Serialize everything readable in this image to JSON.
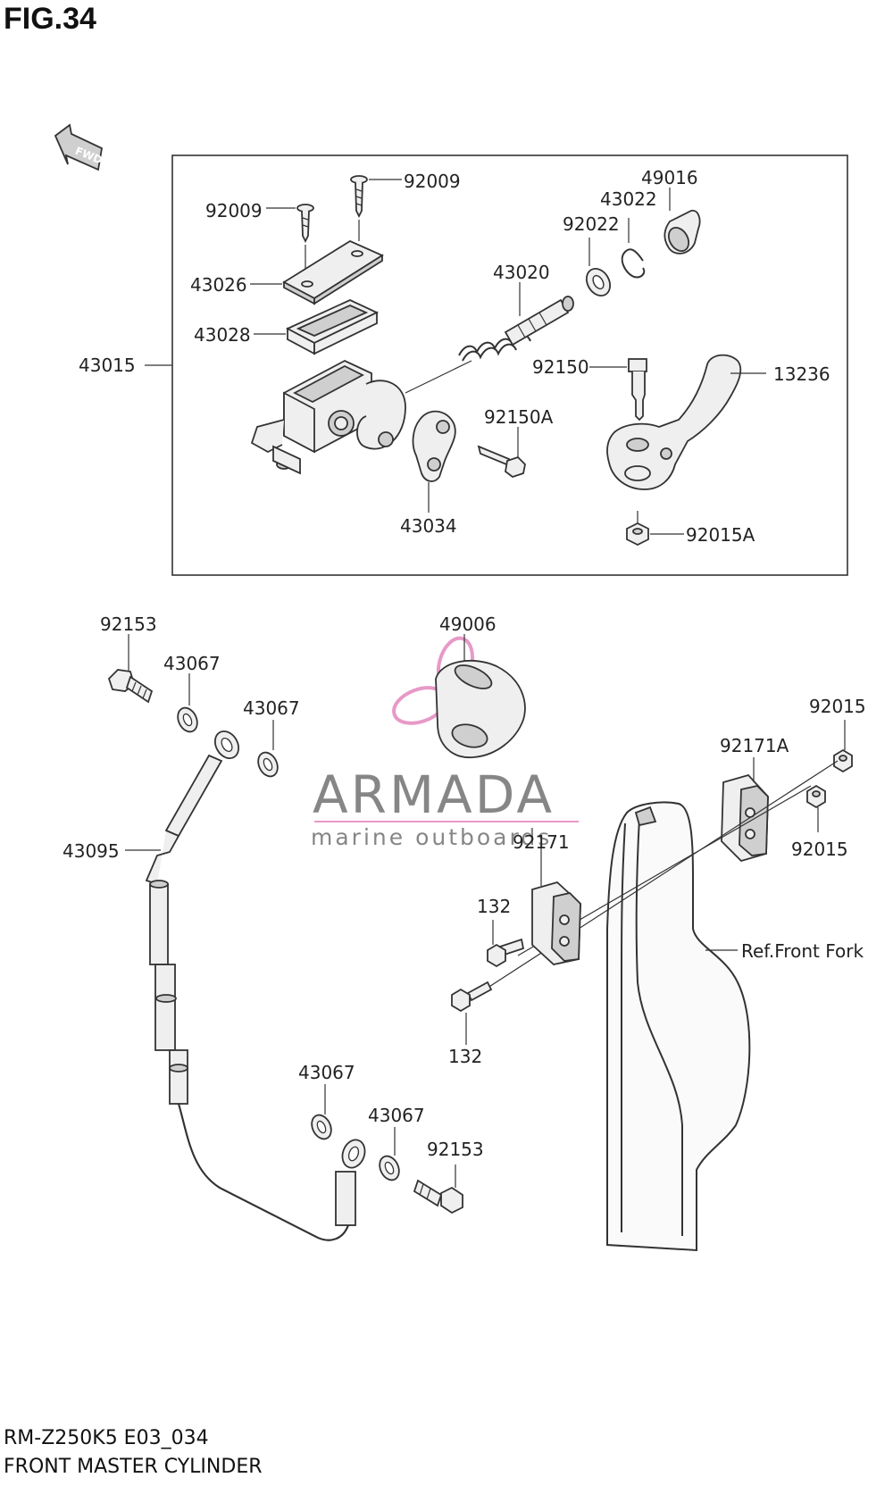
{
  "figure": {
    "title": "FIG.34",
    "fwd_label": "FWD",
    "model_code": "RM-Z250K5 E03_034",
    "section_name": "FRONT MASTER CYLINDER"
  },
  "watermark": {
    "brand": "ARMADA",
    "tagline": "marine outboards",
    "color": "#e58ec1"
  },
  "reference": {
    "front_fork": "Ref.Front Fork"
  },
  "parts": {
    "p92009_a": "92009",
    "p92009_b": "92009",
    "p43026": "43026",
    "p43028": "43028",
    "p43015": "43015",
    "p43020": "43020",
    "p92022": "92022",
    "p43022": "43022",
    "p49016": "49016",
    "p92150": "92150",
    "p13236": "13236",
    "p92150A": "92150A",
    "p43034": "43034",
    "p92015A": "92015A",
    "p92153_a": "92153",
    "p43067_a": "43067",
    "p43067_b": "43067",
    "p49006": "49006",
    "p92015_a": "92015",
    "p92171A": "92171A",
    "p92015_b": "92015",
    "p43095": "43095",
    "p92171": "92171",
    "p132_a": "132",
    "p132_b": "132",
    "p43067_c": "43067",
    "p43067_d": "43067",
    "p92153_b": "92153"
  }
}
